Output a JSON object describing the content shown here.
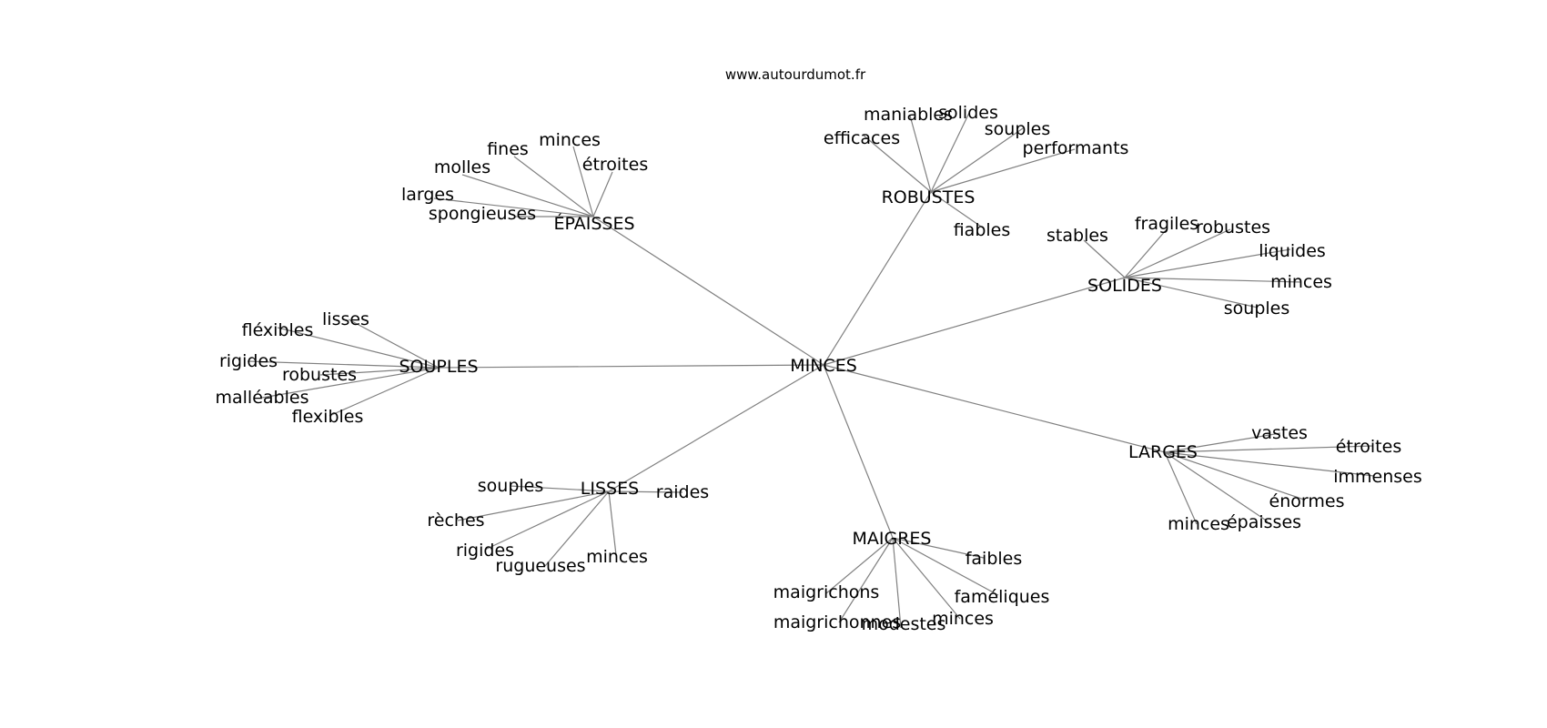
{
  "header": {
    "site": "www.autourdumot.fr"
  },
  "graph": {
    "center": "MINCES",
    "groups": [
      {
        "id": "epaisses",
        "label": "ÉPAISSES",
        "words": [
          "minces",
          "fines",
          "étroites",
          "molles",
          "larges",
          "spongieuses"
        ]
      },
      {
        "id": "robustes",
        "label": "ROBUSTES",
        "words": [
          "maniables",
          "solides",
          "efficaces",
          "souples",
          "performants",
          "fiables"
        ]
      },
      {
        "id": "solides",
        "label": "SOLIDES",
        "words": [
          "stables",
          "fragiles",
          "robustes",
          "liquides",
          "minces",
          "souples"
        ]
      },
      {
        "id": "souples",
        "label": "SOUPLES",
        "words": [
          "lisses",
          "fléxibles",
          "rigides",
          "robustes",
          "malléables",
          "flexibles"
        ]
      },
      {
        "id": "larges",
        "label": "LARGES",
        "words": [
          "vastes",
          "étroites",
          "immenses",
          "énormes",
          "épaisses",
          "minces"
        ]
      },
      {
        "id": "lisses",
        "label": "LISSES",
        "words": [
          "souples",
          "raides",
          "rèches",
          "rigides",
          "rugueuses",
          "minces"
        ]
      },
      {
        "id": "maigres",
        "label": "MAIGRES",
        "words": [
          "faibles",
          "maigrichons",
          "faméliques",
          "maigrichonnes",
          "modestes",
          "minces"
        ]
      }
    ]
  }
}
